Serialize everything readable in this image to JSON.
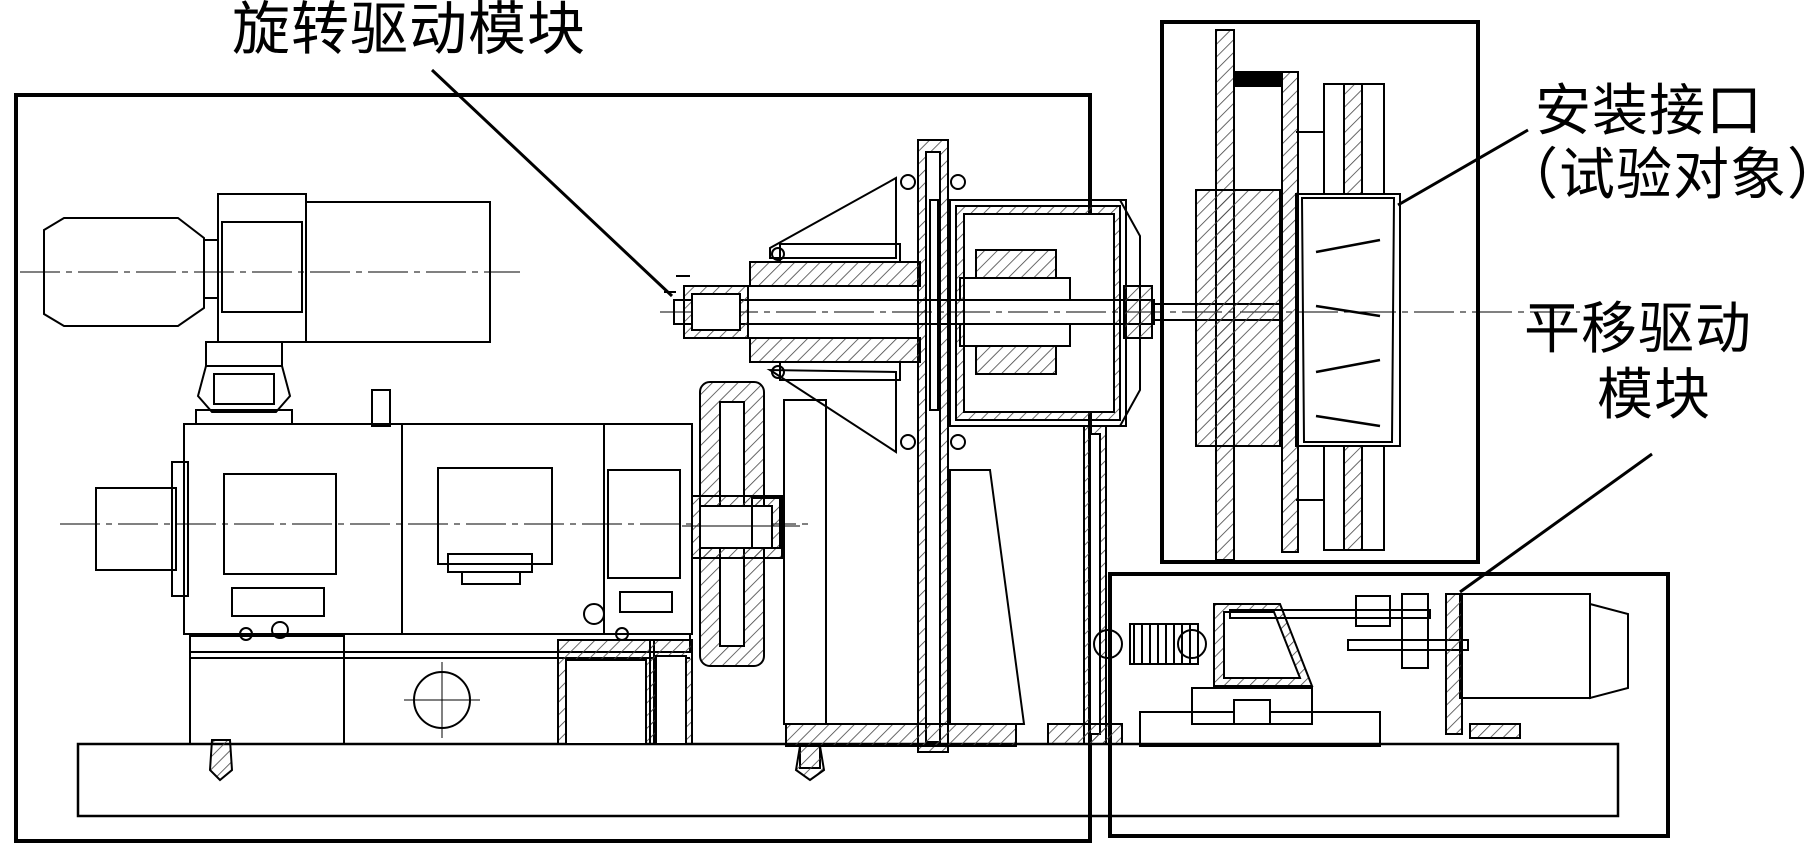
{
  "labels": {
    "rotary_drive": "旋转驱动模块",
    "mount_interface_line1": "安装接口",
    "mount_interface_line2": "（试验对象）",
    "translation_drive_line1": "平移驱动",
    "translation_drive_line2": "模块"
  },
  "colors": {
    "line": "#000000",
    "background": "#ffffff",
    "hatch": "#555555"
  }
}
